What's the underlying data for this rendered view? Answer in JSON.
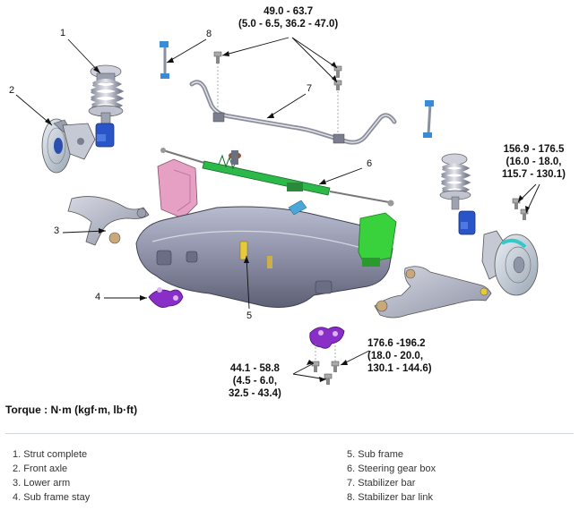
{
  "callouts": [
    "1",
    "2",
    "3",
    "4",
    "5",
    "6",
    "7",
    "8"
  ],
  "torque_specs": {
    "stabilizer_bolts": "49.0 - 63.7\n(5.0 - 6.5, 36.2 - 47.0)",
    "strut_bolts": "156.9 - 176.5\n(16.0 - 18.0,\n115.7 - 130.1)",
    "subframe_rear": "176.6 -196.2\n(18.0 - 20.0,\n130.1 - 144.6)",
    "subframe_stay": "44.1 - 58.8\n(4.5 - 6.0,\n32.5 - 43.4)"
  },
  "torque_unit": "Torque : N·m (kgf·m, lb·ft)",
  "legend_left": [
    "1. Strut complete",
    "2. Front axle",
    "3. Lower arm",
    "4. Sub frame stay"
  ],
  "legend_right": [
    "5. Sub frame",
    "6. Steering gear box",
    "7. Stabilizer bar",
    "8. Stabilizer bar link"
  ],
  "colors": {
    "subframe": "#7d7f96",
    "stay": "#8a2ec8",
    "gear_box": "#2db84a",
    "knuckle": "#2a55c8",
    "bracket_green": "#39d23c",
    "lower_arm_pink": "#e6a0c4"
  }
}
